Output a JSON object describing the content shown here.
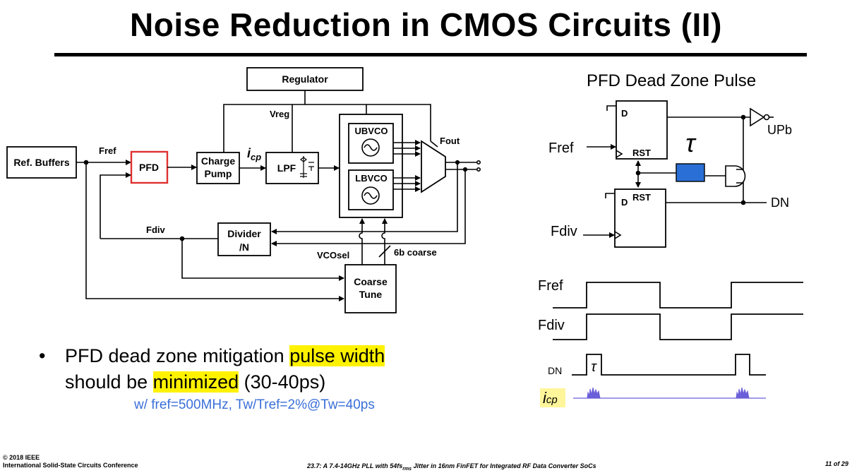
{
  "slide": {
    "title": "Noise Reduction in CMOS Circuits (II)"
  },
  "block_diagram": {
    "regulator": "Regulator",
    "vreg": "Vreg",
    "ref_buffers": "Ref. Buffers",
    "fref": "Fref",
    "pfd": "PFD",
    "charge_pump_line1": "Charge",
    "charge_pump_line2": "Pump",
    "icp_base": "i",
    "icp_sub": "cp",
    "lpf": "LPF",
    "ubvco": "UBVCO",
    "lbvco": "LBVCO",
    "fout": "Fout",
    "fdiv": "Fdiv",
    "divider_line1": "Divider",
    "divider_line2": "/N",
    "vcosel": "VCOsel",
    "coarse_bits": "6b coarse",
    "coarse_line1": "Coarse",
    "coarse_line2": "Tune",
    "pfd_color": "#e03030"
  },
  "pfd_schematic": {
    "title": "PFD Dead Zone Pulse",
    "d_top": "D",
    "rst_top": "RST",
    "d_bottom": "D",
    "rst_bottom": "RST",
    "upb": "UPb",
    "dn": "DN",
    "fref": "Fref",
    "fdiv": "Fdiv",
    "tau": "τ",
    "delay_color": "#2a6fd6"
  },
  "waveforms": {
    "fref": "Fref",
    "fdiv": "Fdiv",
    "dn": "DN",
    "tau": "τ",
    "icp_base": "i",
    "icp_sub": "cp",
    "spike_color": "#6a5fd8"
  },
  "bullet": {
    "dot": "•",
    "pre1": "PFD dead zone mitigation ",
    "hl1": "pulse width",
    "pre2": "should be ",
    "hl2": "minimized",
    "post2": " (30-40ps)",
    "note": "w/ fref=500MHz, Tw/Tref=2%@Tw=40ps"
  },
  "footer": {
    "copyright": "© 2018 IEEE",
    "conference": "International Solid-State Circuits Conference",
    "paper_prefix": "23.7: A 7.4-14GHz PLL with 54fs",
    "paper_sub": "rms",
    "paper_suffix": " Jitter in 16nm FinFET for Integrated RF Data Converter SoCs",
    "page": "11 of 29"
  }
}
